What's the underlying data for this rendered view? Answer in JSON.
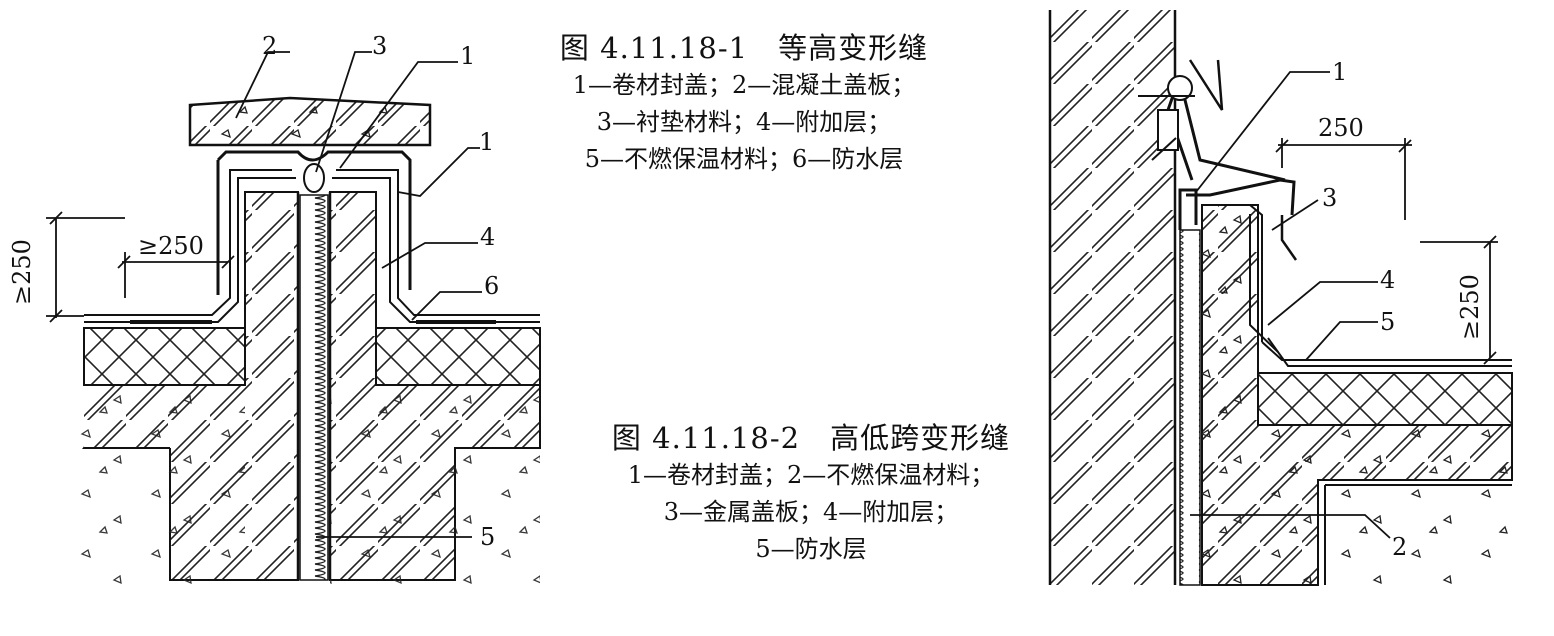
{
  "figure1": {
    "title": "图 4.11.18-1　等高变形缝",
    "legend": [
      "1—卷材封盖；2—混凝土盖板；",
      "3—衬垫材料；4—附加层；",
      "5—不燃保温材料；6—防水层"
    ],
    "callouts": [
      "2",
      "3",
      "1",
      "1",
      "4",
      "6",
      "5"
    ],
    "dimensions": [
      "≥250",
      "≥250"
    ]
  },
  "figure2": {
    "title": "图 4.11.18-2　高低跨变形缝",
    "legend": [
      "1—卷材封盖；2—不燃保温材料；",
      "3—金属盖板；4—附加层；",
      "5—防水层"
    ],
    "callouts": [
      "1",
      "3",
      "4",
      "5",
      "2"
    ],
    "dimensions": [
      "250",
      "≥250"
    ]
  }
}
